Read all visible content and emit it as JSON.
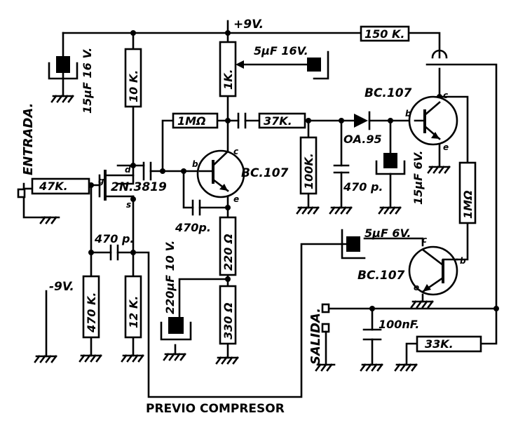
{
  "title": "PREVIO COMPRESOR",
  "supply_positive": "+9V.",
  "supply_negative": "-9V.",
  "input_label": "ENTRADA.",
  "output_label": "SALIDA.",
  "resistors": {
    "r150k": "150 K.",
    "r10k": "10 K.",
    "r1k": "1K.",
    "r1meg_top": "1MΩ",
    "r37k": "37K.",
    "r100k": "100K.",
    "r47k": "47K.",
    "r470k": "470 K.",
    "r12k": "12 K.",
    "r220": "220 Ω",
    "r330": "330 Ω",
    "r1meg_right": "1MΩ",
    "r33k": "33K."
  },
  "capacitors": {
    "c15u_left": "15μF 16 V.",
    "c5u_top": "5μF 16V.",
    "c15u_right": "15μF 6V.",
    "c470p_mid": "470p.",
    "c470p_bot": "470 p.",
    "c470p_left": "470 p.",
    "c220u": "220μF 10 V.",
    "c5u_low": "5μF 6V.",
    "c100n": "100nF."
  },
  "semis": {
    "q1": "BC.107",
    "q2": "BC.107",
    "q3": "BC.107",
    "fet": "2N.3819",
    "diode": "OA.95"
  },
  "pins": {
    "c": "c",
    "b": "b",
    "e": "e",
    "d": "d",
    "s": "s",
    "g": "g"
  }
}
